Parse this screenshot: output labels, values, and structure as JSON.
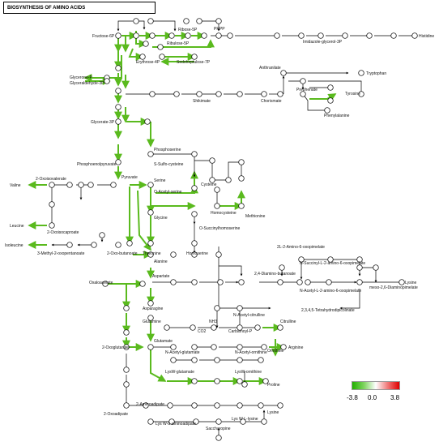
{
  "title": "BIOSYNTHESIS OF AMINO ACIDS",
  "legend": {
    "min": "-3.8",
    "mid": "0.0",
    "max": "3.8",
    "low_color": "#22b000",
    "high_color": "#e00000"
  },
  "colors": {
    "upregulated_edge": "#5aba1e",
    "normal_edge": "#000000",
    "node_fill": "#ffffff"
  },
  "labels": {
    "fructose_6p": "Fructose-6P",
    "ribose_5p": "Ribose-5P",
    "prpp": "PRPP",
    "ribulose_5p": "Ribulose-5P",
    "imidazole_glycerol_3p": "Imidazole-glycerol-3P",
    "histidine": "Histidine",
    "erythrose_4p": "Erythrose-4P",
    "sedoheptulose_7p": "Sedoheptulose-7P",
    "glycerone_p": "Glycerone-P",
    "glyceraldehyde_3p": "Glyceraldehyde-3P",
    "anthranilate": "Anthranilate",
    "tryptophan": "Tryptophan",
    "prephenate": "Prephenate",
    "tyrosine": "Tyrosine",
    "shikimate": "Shikimate",
    "chorismate": "Chorismate",
    "phenylalanine": "Phenylalanine",
    "glycerate_3p": "Glycerate-3P",
    "phosphoserine": "Phosphoserine",
    "phosphoenolpyruvate": "Phosphoenolpyruvate",
    "s_sulfo_cysteine": "S-Sulfo-cysteine",
    "o_acetyl_serine": "O-Acetyl-serine",
    "serine": "Serine",
    "cysteine": "Cysteine",
    "homocysteine": "Homocysteine",
    "methionine": "Methionine",
    "oxoisovalerate": "2-Oxoisovalerate",
    "valine": "Valine",
    "pyruvate": "Pyruvate",
    "glycine": "Glycine",
    "o_succinylhomoserine": "O-Succinylhomoserine",
    "leucine": "Leucine",
    "oxoisocaproate": "2-Oxoisocaproate",
    "isoleucine": "Isoleucine",
    "methyl_oxopentanoate": "3-Methyl-2-oxopentanoate",
    "oxobutanoate": "2-Oxo-butanoate",
    "threonine": "Threonine",
    "homoserine": "Homoserine",
    "alanine": "Alanine",
    "amino_oxopimelate": "2L-2-Amino-6-oxopimelate",
    "succinyl_amino_oxopimelate": "N-Succinyl-L-2-amino-6-oxopimelate",
    "oxaloacetate": "Oxaloacetate",
    "aspartate": "Aspartate",
    "diaminobutanoate": "2,4-Diamino-butanoate",
    "acetyl_amino_oxopimelate": "N-Acetyl-L-2-amino-6-oxopimelate",
    "meso_diaminopimelate": "meso-2,6-Diaminopimelate",
    "lysine_top": "Lysine",
    "asparagine": "Asparagine",
    "tetrahydrodipicolinate": "2,3,4,5-Tetrahydrodipicolinate",
    "nh3": "NH3",
    "n_acetyl_citrulline": "N-Acetyl-citrulline",
    "co2": "CO2",
    "carbamoyl_p": "Carbamoyl-P",
    "citrulline": "Citrulline",
    "glutamine": "Glutamine",
    "glutamate": "Glutamate",
    "n_acetyl_glutamate": "N-Acetyl-glutamate",
    "n_acetyl_ornithine": "N-Acetyl-ornithine",
    "ornithine": "Ornithine",
    "arginine": "Arginine",
    "oxoglutarate": "2-Oxoglutarate",
    "lysw_glutamate": "LysW-glutamate",
    "lysw_ornithine": "LysW-ornithine",
    "proline": "Proline",
    "aminoadipate": "2-Aminoadipate",
    "oxoadipate": "2-Oxoadipate",
    "lysw_aminoadipate": "Lys W-α-aminoadipate",
    "lysw_lysine": "Lys W-L-lysine",
    "lysine_bottom": "Lysine",
    "saccharopine": "Saccharopine"
  }
}
